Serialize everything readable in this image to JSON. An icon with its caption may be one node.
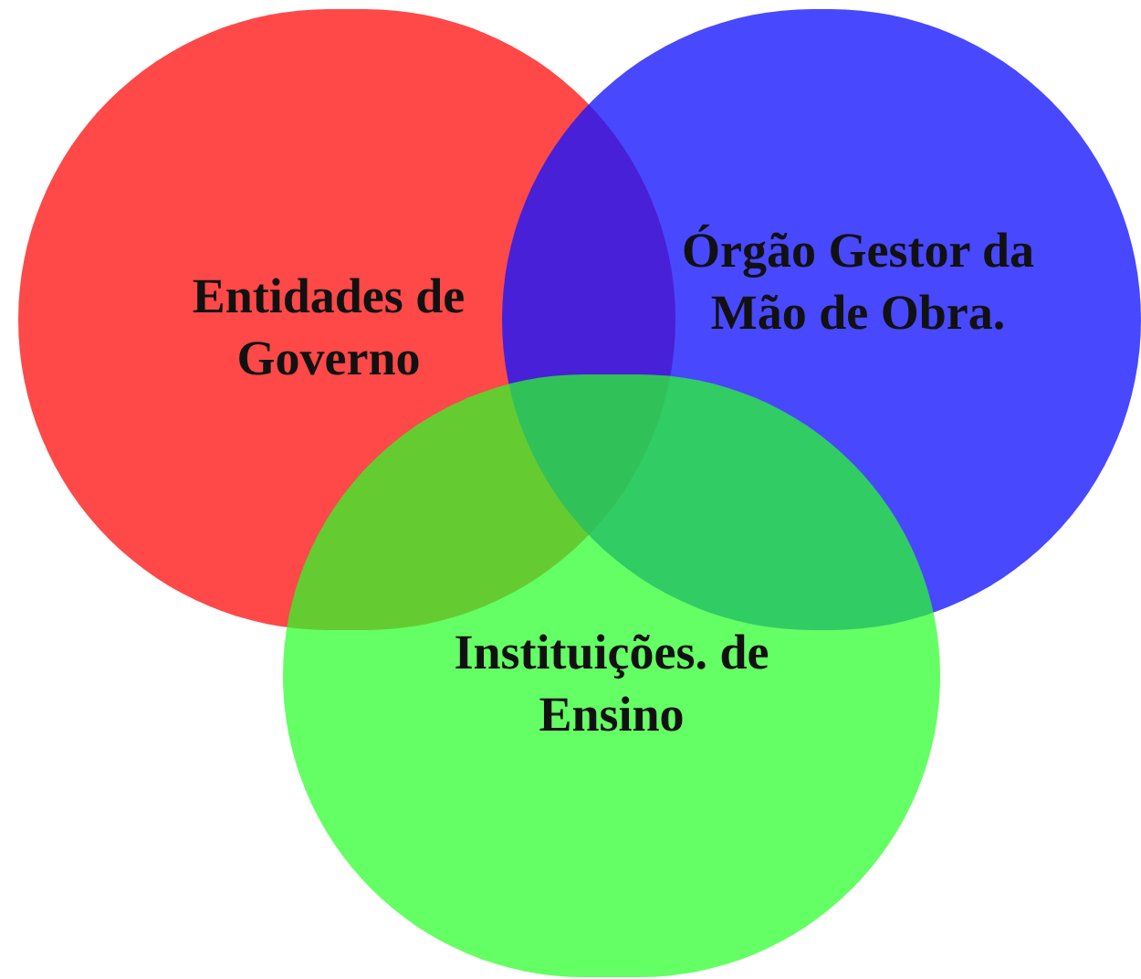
{
  "diagram": {
    "nodes": [
      {
        "text": [
          "Entidades de Governo"
        ]
      },
      {
        "text": [
          "Órgão Gestor da Mão de Obra."
        ]
      },
      {
        "text": [
          "Instituições. de Ensino"
        ]
      }
    ]
  }
}
